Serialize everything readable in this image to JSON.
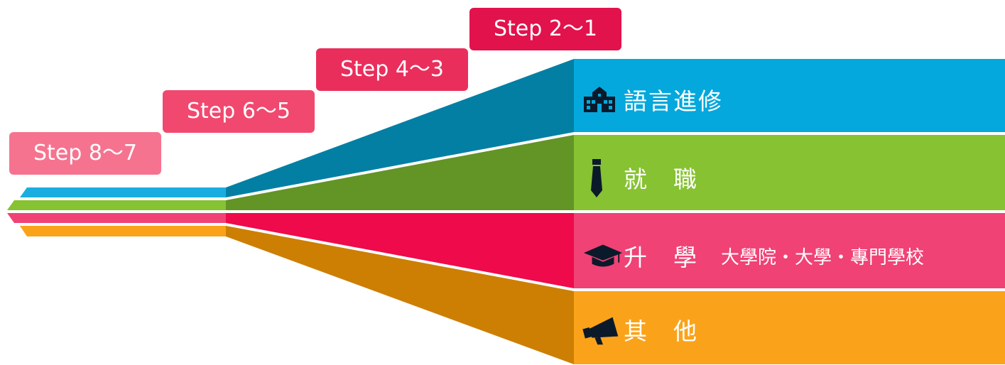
{
  "steps": [
    {
      "label": "Step 8～7",
      "color": "#f6738f"
    },
    {
      "label": "Step 6～5",
      "color": "#f1486f"
    },
    {
      "label": "Step 4～3",
      "color": "#ea2e5c"
    },
    {
      "label": "Step 2～1",
      "color": "#e2124c"
    }
  ],
  "paths": [
    {
      "id": "language",
      "label": "語言進修",
      "sub": "",
      "icon": "school-icon",
      "color": "#04a8dc",
      "shade": "#037fa4"
    },
    {
      "id": "employment",
      "label": "就　職",
      "sub": "",
      "icon": "necktie-icon",
      "color": "#86c232",
      "shade": "#639426"
    },
    {
      "id": "further-study",
      "label": "升　學",
      "sub": "大學院・大學・專門學校",
      "icon": "graduation-cap-icon",
      "color": "#f04275",
      "shade": "#ee0a4b"
    },
    {
      "id": "other",
      "label": "其　他",
      "sub": "",
      "icon": "megaphone-icon",
      "color": "#faa31a",
      "shade": "#cd7f04"
    }
  ]
}
